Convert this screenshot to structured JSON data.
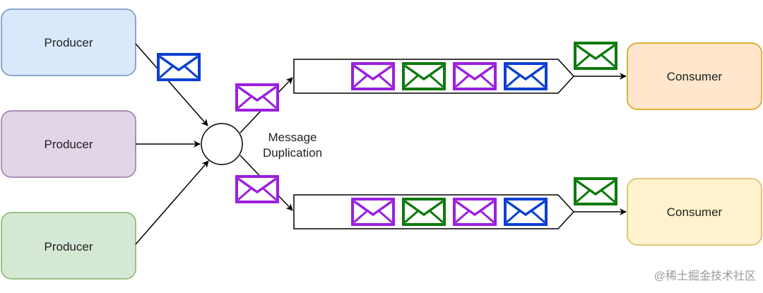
{
  "producers": [
    {
      "label": "Producer",
      "fill": "#dae8fc",
      "stroke": "#6c8ebf"
    },
    {
      "label": "Producer",
      "fill": "#e1d5e7",
      "stroke": "#9673a6"
    },
    {
      "label": "Producer",
      "fill": "#d5e8d4",
      "stroke": "#82b366"
    }
  ],
  "consumers": [
    {
      "label": "Consumer",
      "fill": "#ffe6cc",
      "stroke": "#d79b00"
    },
    {
      "label": "Consumer",
      "fill": "#fff2cc",
      "stroke": "#d6b656"
    }
  ],
  "duplicator": {
    "label_line1": "Message",
    "label_line2": "Duplication"
  },
  "queues": [
    {
      "messages": [
        "purple",
        "green",
        "purple",
        "blue"
      ]
    },
    {
      "messages": [
        "purple",
        "green",
        "purple",
        "blue"
      ]
    }
  ],
  "colors": {
    "blue": "#0a3fd0",
    "purple": "#9b1fe0",
    "green": "#0e7a0e",
    "edge": "#000000"
  },
  "watermark": "@稀土掘金技术社区"
}
